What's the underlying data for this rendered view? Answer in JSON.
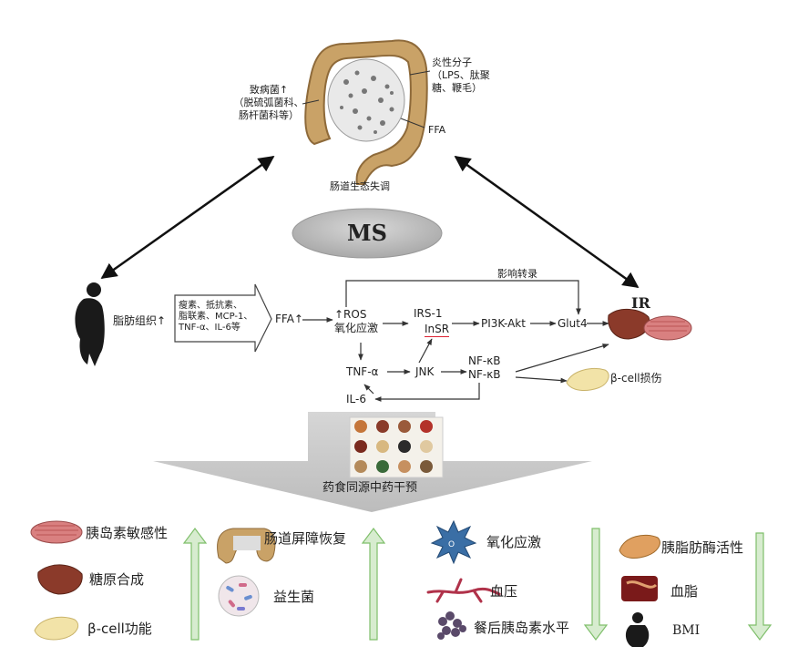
{
  "gut": {
    "pathogen_label": "致病菌↑\n（脱硫弧菌科、\n肠杆菌科等）",
    "inflam_label": "炎性分子\n（LPS、肽聚\n糖、鞭毛）",
    "ffa_label": "FFA",
    "dysbiosis_label": "肠道生态失调"
  },
  "center": {
    "ms_label": "MS"
  },
  "left": {
    "adipose_label": "脂肪组织↑",
    "cytokines_label": "瘦素、抵抗素、\n脂联素、MCP-1、\nTNF-α、IL-6等"
  },
  "pathway": {
    "ffa": "FFA↑",
    "ros": "↑ROS\n氧化应激",
    "irs": "IRS-1",
    "insr": "InSR",
    "pi3k": "PI3K-Akt",
    "glut4": "Glut4",
    "tnf": "TNF-α",
    "jnk": "JNK",
    "nfkb": "NF-κB\nNF-κB",
    "il6": "IL-6",
    "transcription": "影响转录"
  },
  "right": {
    "ir_label": "IR",
    "beta_damage": "β-cell损伤"
  },
  "intervention": {
    "label": "药食同源中药干预"
  },
  "outcomes": {
    "up_group1": [
      {
        "icon": "muscle-icon",
        "label": "胰岛素敏感性"
      },
      {
        "icon": "liver-icon",
        "label": "糖原合成"
      },
      {
        "icon": "pancreas-icon",
        "label": "β-cell功能"
      }
    ],
    "up_group2": [
      {
        "icon": "intestine-icon",
        "label": "肠道屏障恢复"
      },
      {
        "icon": "probiotic-icon",
        "label": "益生菌"
      }
    ],
    "down_group1": [
      {
        "icon": "ros-icon",
        "label": "氧化应激"
      },
      {
        "icon": "blood-vessel-icon",
        "label": "血压"
      },
      {
        "icon": "insulin-icon",
        "label": "餐后胰岛素水平"
      }
    ],
    "down_group2": [
      {
        "icon": "pancreas-lipase-icon",
        "label": "胰脂肪酶活性"
      },
      {
        "icon": "blood-lipid-icon",
        "label": "血脂"
      },
      {
        "icon": "body-icon",
        "label": "BMI"
      }
    ]
  },
  "colors": {
    "gut": "#c9a267",
    "ms_ellipse": "#bfbfbf",
    "funnel": "#c8c8c8",
    "up_arrow_fill": "#d7eccf",
    "up_arrow_stroke": "#7fbf6b",
    "liver": "#8b3a2a",
    "muscle": "#d07070"
  }
}
